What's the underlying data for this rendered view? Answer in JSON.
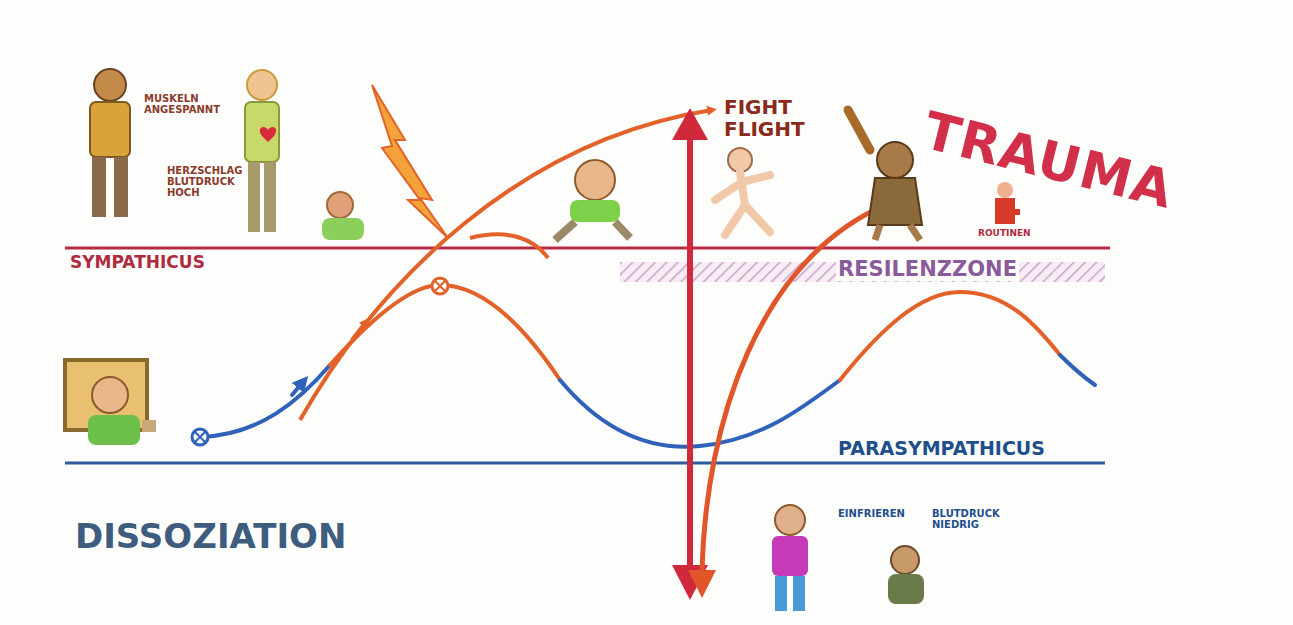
{
  "diagram": {
    "labels": [
      "MUSKELN ANGESPANNT",
      "HERZSCHLAG BLUTDRUCK HOCH",
      "FIGHT FLIGHT",
      "TRAUMA",
      "SYMPATHICUS",
      "ROUTINEN",
      "RESILENZZONE",
      "PARASYMPATHICUS",
      "DISSOZIATION",
      "EINFRIEREN",
      "BLUTDRUCK NIEDRIG"
    ]
  }
}
